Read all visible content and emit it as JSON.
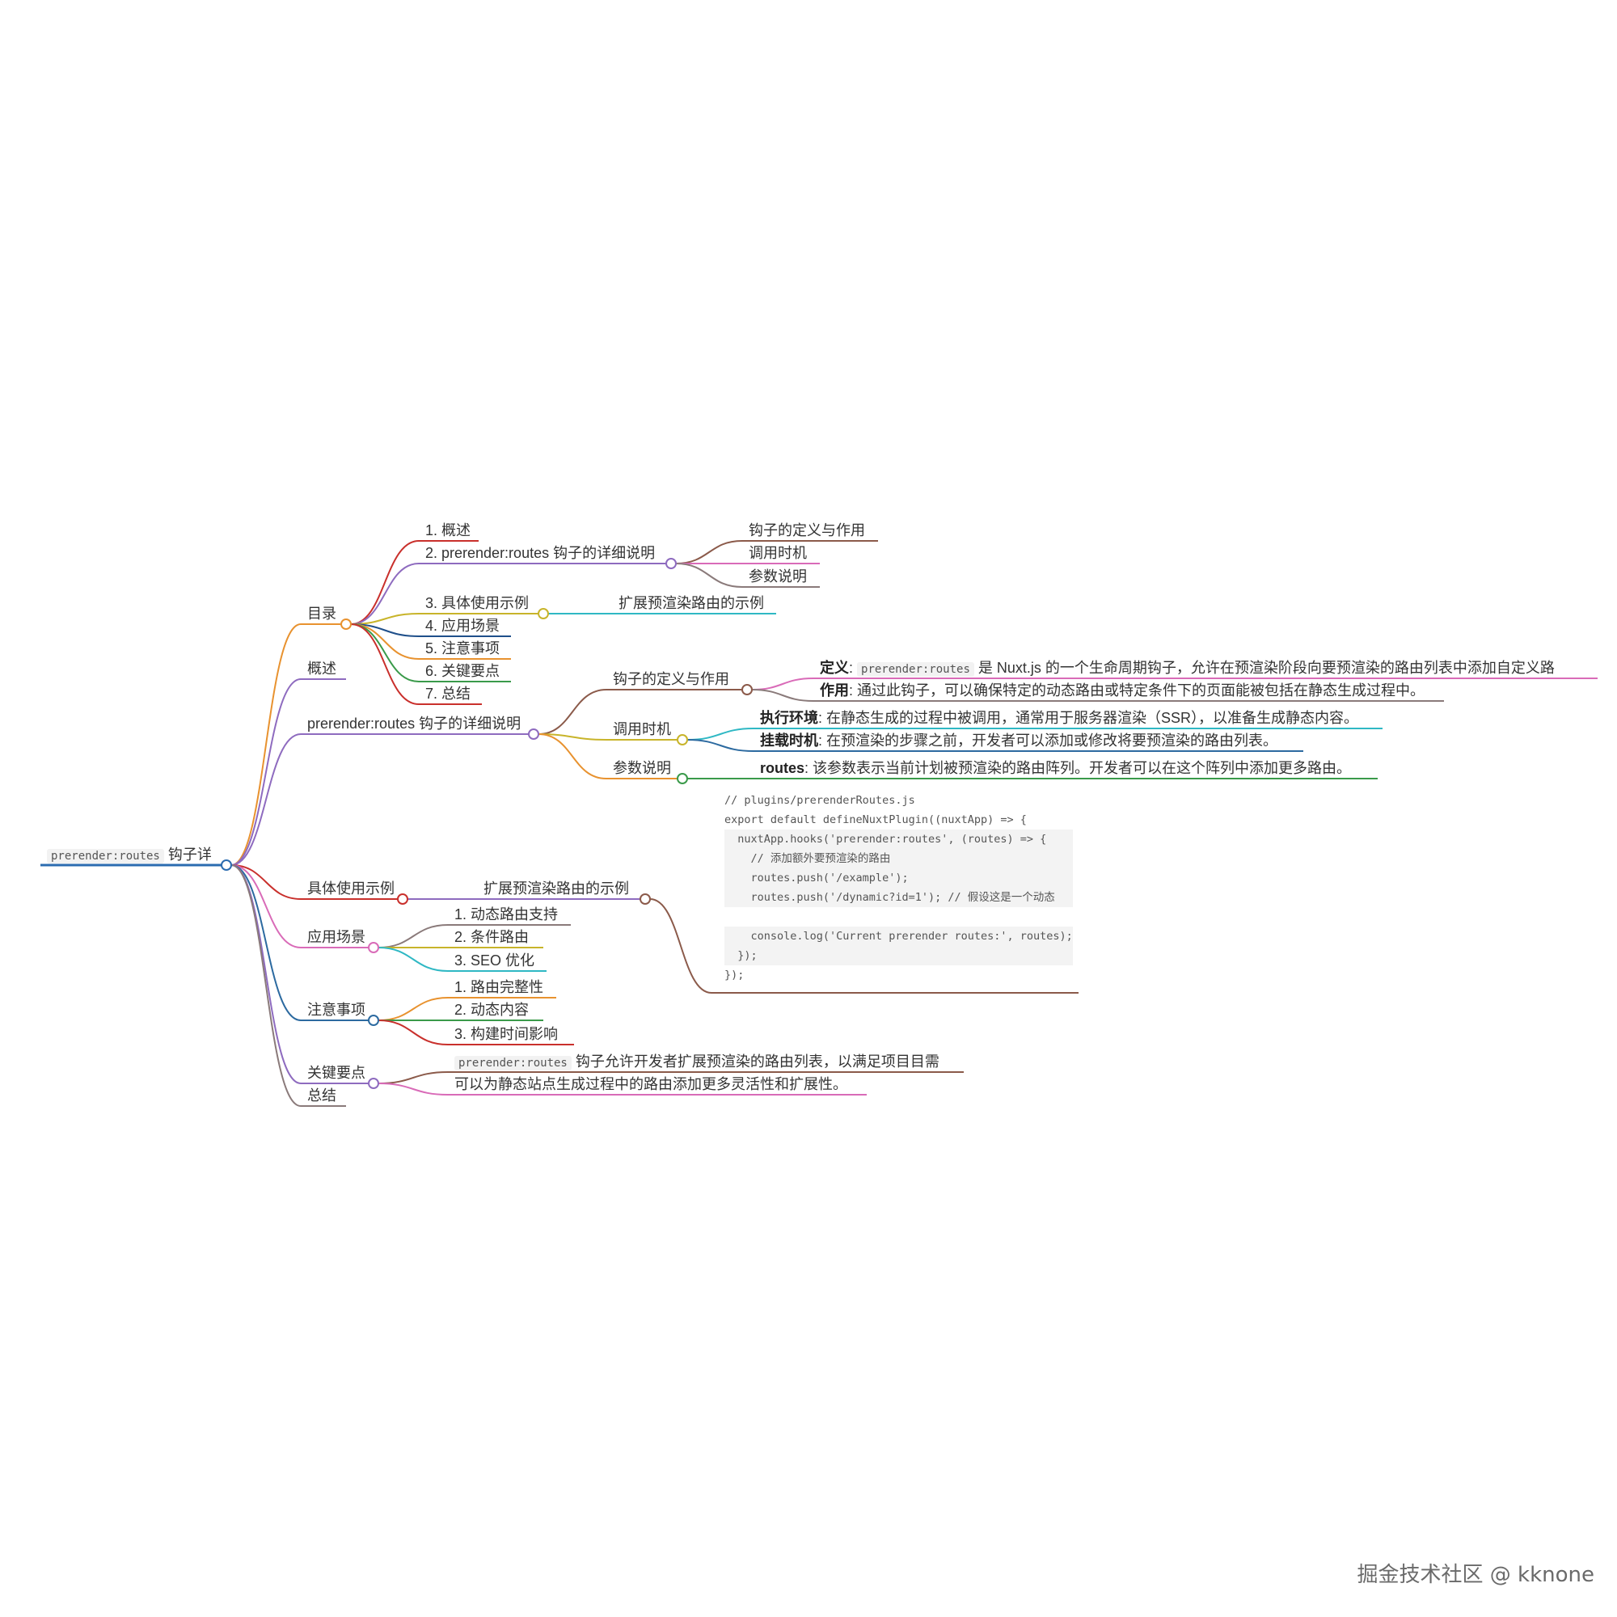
{
  "root": {
    "code": "prerender:routes",
    "text": "钩子详"
  },
  "toc": {
    "label": "目录",
    "items": [
      "1. 概述",
      "2. prerender:routes 钩子的详细说明",
      "3. 具体使用示例",
      "4. 应用场景",
      "5. 注意事项",
      "6. 关键要点",
      "7. 总结"
    ],
    "detail_children": [
      "钩子的定义与作用",
      "调用时机",
      "参数说明"
    ],
    "example_child": "扩展预渲染路由的示例"
  },
  "overview": {
    "label": "概述"
  },
  "detail": {
    "label": "prerender:routes 钩子的详细说明",
    "definition": {
      "label": "钩子的定义与作用",
      "def_key": "定义",
      "def_code": "prerender:routes",
      "def_text": "是 Nuxt.js 的一个生命周期钩子，允许在预渲染阶段向要预渲染的路由列表中添加自定义路",
      "use_key": "作用",
      "use_text": "通过此钩子，可以确保特定的动态路由或特定条件下的页面能被包括在静态生成过程中。"
    },
    "timing": {
      "label": "调用时机",
      "env_key": "执行环境",
      "env_text": "在静态生成的过程中被调用，通常用于服务器渲染（SSR），以准备生成静态内容。",
      "mount_key": "挂载时机",
      "mount_text": "在预渲染的步骤之前，开发者可以添加或修改将要预渲染的路由列表。"
    },
    "params": {
      "label": "参数说明",
      "routes_key": "routes",
      "routes_text": "该参数表示当前计划被预渲染的路由阵列。开发者可以在这个阵列中添加更多路由。"
    }
  },
  "example": {
    "label": "具体使用示例",
    "child": "扩展预渲染路由的示例",
    "code_lines": [
      "// plugins/prerenderRoutes.js",
      "export default defineNuxtPlugin((nuxtApp) => {",
      "  nuxtApp.hooks('prerender:routes', (routes) => {",
      "    // 添加额外要预渲染的路由",
      "    routes.push('/example');",
      "    routes.push('/dynamic?id=1'); // 假设这是一个动态",
      "",
      "    console.log('Current prerender routes:', routes);",
      "  });",
      "});"
    ]
  },
  "scenes": {
    "label": "应用场景",
    "items": [
      "1. 动态路由支持",
      "2. 条件路由",
      "3. SEO 优化"
    ]
  },
  "cautions": {
    "label": "注意事项",
    "items": [
      "1. 路由完整性",
      "2. 动态内容",
      "3. 构建时间影响"
    ]
  },
  "keypoints": {
    "label": "关键要点",
    "item1_code": "prerender:routes",
    "item1_text": "钩子允许开发者扩展预渲染的路由列表，以满足项目目需",
    "item2_text": "可以为静态站点生成过程中的路由添加更多灵活性和扩展性。"
  },
  "summary": {
    "label": "总结"
  },
  "watermark": "掘金技术社区 @ kknone",
  "colors": {
    "root": "#2b6cb0",
    "orange": "#e8922f",
    "purple": "#8e6bbf",
    "red": "#c9302c",
    "pink": "#d96bb8",
    "blue": "#2c6aa0",
    "brown": "#8b5a4a",
    "gray": "#8a7a7a",
    "olive": "#c8b42a",
    "teal": "#2fb8c4",
    "green": "#3a9a4a",
    "navy": "#1f4f8a"
  }
}
